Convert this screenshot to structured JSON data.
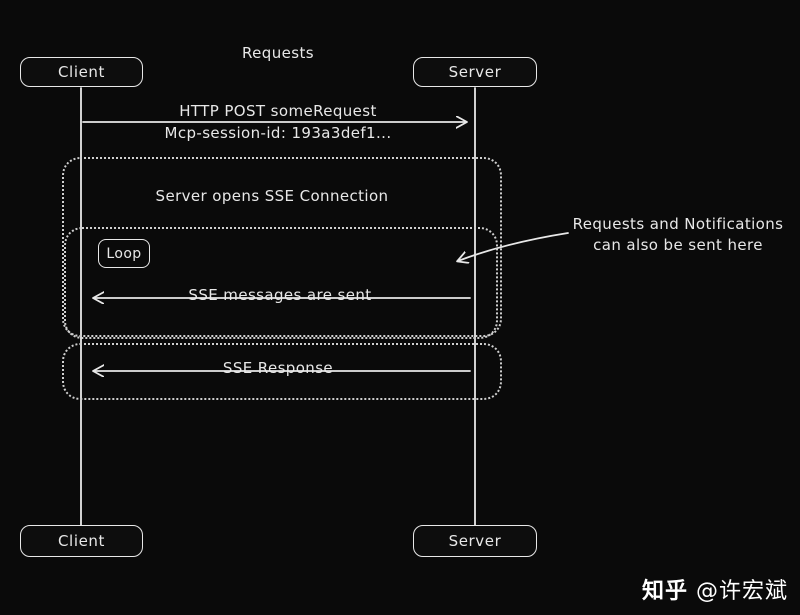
{
  "colors": {
    "background": "#0a0a0a",
    "stroke": "#e8e8e8",
    "dotted_border": "#cfcfcf"
  },
  "title": "Requests",
  "actors": {
    "client_top": "Client",
    "server_top": "Server",
    "client_bottom": "Client",
    "server_bottom": "Server"
  },
  "messages": {
    "http_post_line1": "HTTP POST someRequest",
    "http_post_line2": "Mcp-session-id: 193a3def1...",
    "sse_open": "Server opens SSE Connection",
    "loop": "Loop",
    "sse_messages": "SSE messages are sent",
    "sse_response": "SSE Response"
  },
  "annotation": {
    "line1": "Requests and Notifications",
    "line2": "can also be sent here"
  },
  "watermark": {
    "brand": "知乎",
    "handle": "@许宏斌"
  }
}
